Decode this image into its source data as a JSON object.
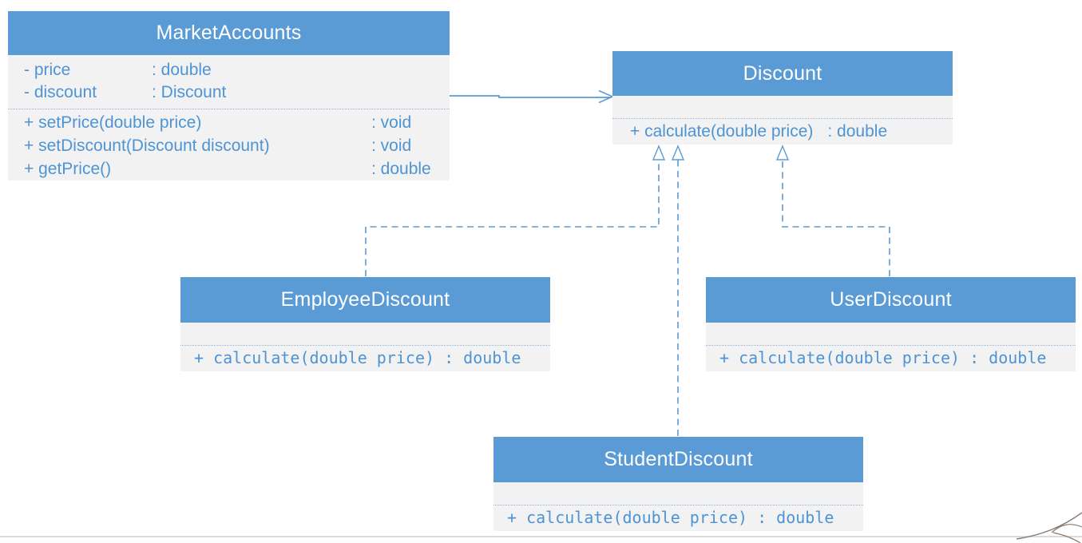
{
  "slide": {
    "background": "#FFFFFF",
    "footer_line_color": "#DBDBDB",
    "decoration_color": "#8A7A6F"
  },
  "palette": {
    "header_fill": "#5B9BD5",
    "body_fill": "#F2F2F2",
    "title_text": "#FFFFFF",
    "member_text": "#4E94D4",
    "connector": "#5B9BD5"
  },
  "classes": {
    "marketAccounts": {
      "name": "MarketAccounts",
      "attributes": [
        {
          "name": "- price",
          "type": ": double"
        },
        {
          "name": "- discount",
          "type": ": Discount"
        }
      ],
      "methods": [
        {
          "signature": "+ setPrice(double price)",
          "returns": ": void"
        },
        {
          "signature": "+ setDiscount(Discount discount)",
          "returns": ": void"
        },
        {
          "signature": "+ getPrice()",
          "returns": ": double"
        }
      ]
    },
    "discount": {
      "name": "Discount",
      "methods": [
        {
          "signature": "+ calculate(double price)",
          "returns": ": double"
        }
      ]
    },
    "employeeDiscount": {
      "name": "EmployeeDiscount",
      "methods": [
        {
          "signature": "+ calculate(double price) : double"
        }
      ]
    },
    "userDiscount": {
      "name": "UserDiscount",
      "methods": [
        {
          "signature": "+ calculate(double price) : double"
        }
      ]
    },
    "studentDiscount": {
      "name": "StudentDiscount",
      "methods": [
        {
          "signature": "+ calculate(double price) : double"
        }
      ]
    }
  },
  "relations": [
    {
      "from": "MarketAccounts",
      "to": "Discount",
      "type": "association",
      "line": "solid",
      "arrowhead": "open"
    },
    {
      "from": "EmployeeDiscount",
      "to": "Discount",
      "type": "realization",
      "line": "dashed",
      "arrowhead": "hollow-triangle"
    },
    {
      "from": "StudentDiscount",
      "to": "Discount",
      "type": "realization",
      "line": "dashed",
      "arrowhead": "hollow-triangle"
    },
    {
      "from": "UserDiscount",
      "to": "Discount",
      "type": "realization",
      "line": "dashed",
      "arrowhead": "hollow-triangle"
    }
  ]
}
